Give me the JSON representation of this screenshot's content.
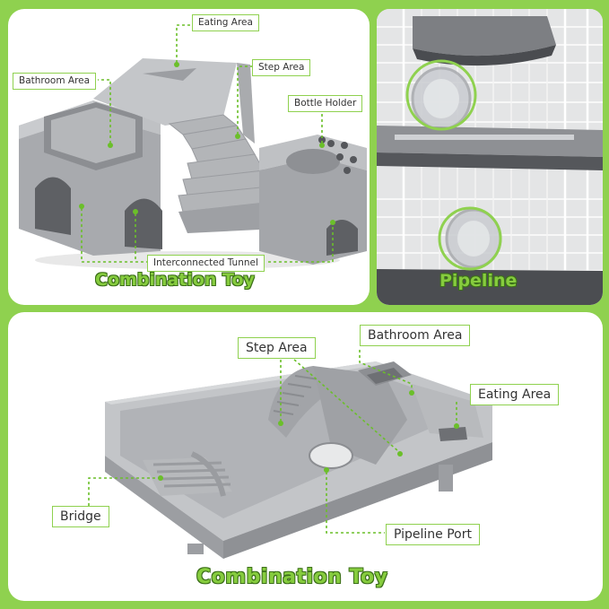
{
  "top_left": {
    "labels": {
      "eating_area": "Eating Area",
      "bathroom_area": "Bathroom Area",
      "step_area": "Step Area",
      "bottle_holder": "Bottle Holder",
      "interconnected_tunnel": "Interconnected Tunnel"
    },
    "caption": "Combination Toy"
  },
  "top_right": {
    "caption": "Pipeline"
  },
  "bottom": {
    "labels": {
      "step_area": "Step Area",
      "bathroom_area": "Bathroom Area",
      "eating_area": "Eating Area",
      "bridge": "Bridge",
      "pipeline_port": "Pipeline Port"
    },
    "caption": "Combination Toy"
  },
  "colors": {
    "frame_green": "#8fd14f",
    "accent_green": "#6bbf2a",
    "product_gray": "#a7a9ad"
  }
}
